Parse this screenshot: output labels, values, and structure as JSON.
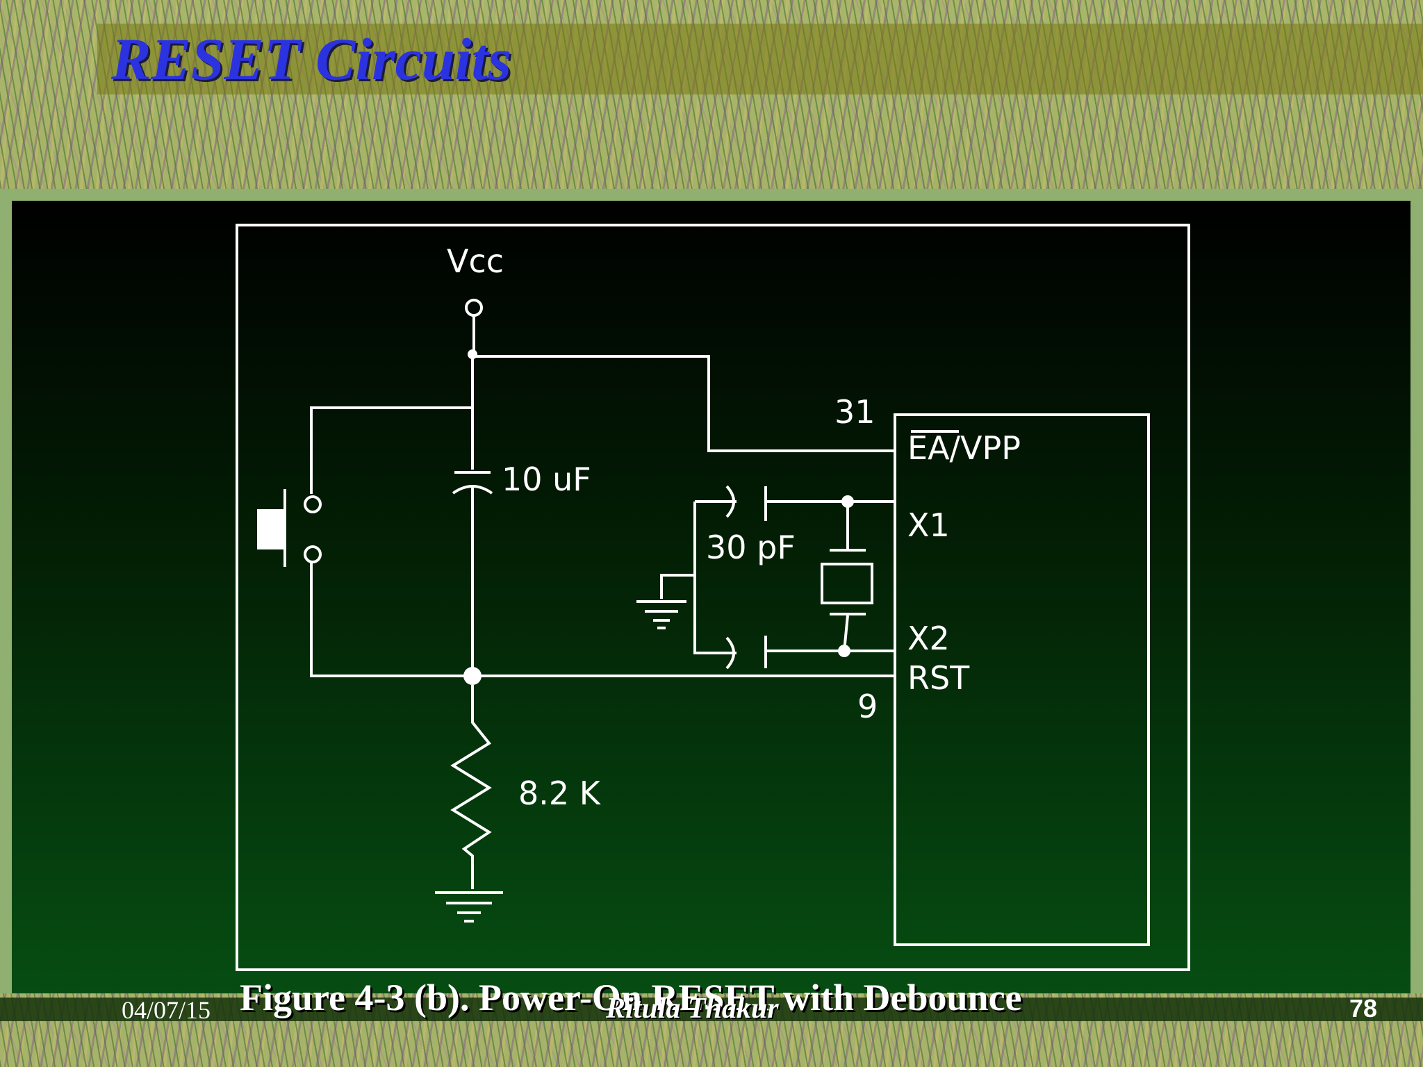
{
  "slide": {
    "title": "RESET Circuits",
    "caption": "Figure 4-3 (b). Power-On RESET with Debounce"
  },
  "diagram": {
    "labels": {
      "vcc": "Vcc",
      "capacitor_reset": "10 uF",
      "capacitor_crystal": "30 pF",
      "resistor": "8.2 K",
      "pin_31": "31",
      "pin_9": "9",
      "pin_ea_vpp": "EA/VPP",
      "pin_x1": "X1",
      "pin_x2": "X2",
      "pin_rst": "RST"
    }
  },
  "footer": {
    "date": "04/07/15",
    "author": "Ritula Thakur",
    "page": "78"
  },
  "colors": {
    "title": "#2b33e0",
    "diagram_top": "#000000",
    "diagram_bottom": "#064d12",
    "wire": "#ffffff"
  }
}
